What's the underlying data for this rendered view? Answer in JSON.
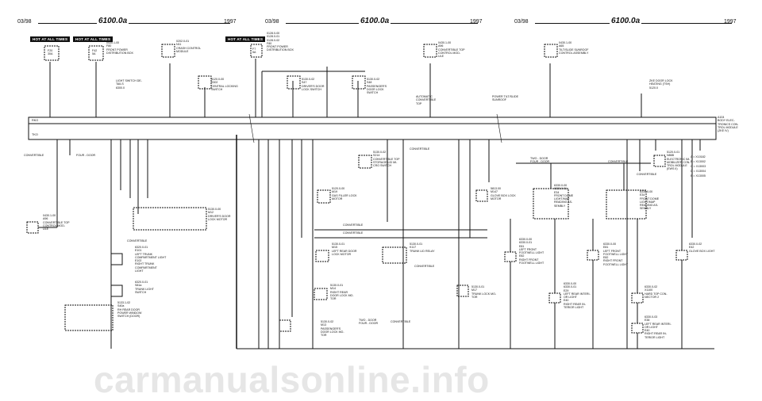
{
  "pages": [
    {
      "date": "03/98",
      "title": "6100.0a",
      "year": "1997"
    },
    {
      "date": "03/98",
      "title": "6100.0a",
      "year": "1997"
    },
    {
      "date": "03/98",
      "title": "6100.0a",
      "year": "1997"
    }
  ],
  "hot_labels": [
    "HOT AT ALL TIMES",
    "HOT AT ALL TIMES",
    "HOT AT ALL TIMES"
  ],
  "fuses": [
    {
      "text": "F20\n30A"
    },
    {
      "text": "F42\n5A"
    },
    {
      "text": "F7\n5A"
    }
  ],
  "components": [
    {
      "text": "0430.1-00\nF80\nFRONT POWER\nDISTRIBUTION BOX"
    },
    {
      "text": "0202.0-01\nN11\nCRASH CONTROL\nMODULE"
    },
    {
      "text": "0128.0-00\n0128.0-01\n0128.0-02\nF80\nFRONT POWER\nDISTRIBUTION BOX"
    },
    {
      "text": "0430.1-00\nA96\nCONVERTIBLE TOP\nCONTROL MOD-\nULE"
    },
    {
      "text": "0430.1-00\nA65\nTILT/SLIDE SUNROOF\nCONTROL ASSEMBLY"
    },
    {
      "text": "LIGHT SWITCH DE-\nTAILS\n6300.0"
    },
    {
      "text": "5120.0-00\nS302\nCENTRAL LOCKING\nSWITCH"
    },
    {
      "text": "5130.0-02\nS47\nDRIVER'S DOOR\nLOCK SWITCH"
    },
    {
      "text": "5130.0-02\nS48\nPASSENGER'S\nDOOR LOCK\nSWITCH"
    },
    {
      "text": "ZKE DOOR LOCK\nHEATING (TSH)\n5120.0"
    },
    {
      "text": "AUTOMATIC\nCONVERTIBLE\nTOP"
    },
    {
      "text": "POWER TILT/SLIDE\nSUNROOF"
    },
    {
      "text": "A104\nBODY ELEC-\nTRONICS CON-\nTROL MODULE\n(ZKE IV)"
    },
    {
      "text": "5130.0-02\nS214\nCONVERTIBLE TOP\nSTORAGE LID MI-\nCRO SWITCH"
    },
    {
      "text": "5120.0-00\nM19\nGAS FILLER LOCK\nMOTOR"
    },
    {
      "text": "5130.0-00\nM12\nDRIVER'S DOOR\nLOCK MOTOR"
    },
    {
      "text": "0430.1-00\nA96\nCONVERTIBLE TOP\nCONTROL MOD-\nULE"
    },
    {
      "text": "6320.0-01\nE101\nLEFT TRUNK\nCOMPARTMENT LIGHT\nE102\nRIGHT TRUNK\nCOMPARTMENT\nLIGHT"
    },
    {
      "text": "6320.0-01\nS81a\nTRUNK LIGHT\nSWITCH"
    },
    {
      "text": "5133.1-02\nS40a\nRH REAR DOOR\nPOWER WINDOW\nSWITCH (DOOR)"
    },
    {
      "text": "5130.0-01\nM15\nLEFT REAR DOOR\nLOCK MOTOR"
    },
    {
      "text": "5130.0-01\nM14\nRIGHT REAR\nDOOR LOCK MO-\nTOR"
    },
    {
      "text": "5130.0-02\nM13\nPASSENGER'S\nDOOR LOCK MO-\nTOR"
    },
    {
      "text": "5130.0-01\nK117\nTRUNK LID RELAY"
    },
    {
      "text": "5130.0-01\nM17\nTRUNK LOCK MO-\nTOR"
    },
    {
      "text": "5813.00\nM147\nGLOVE BOX LOCK\nMOTOR"
    },
    {
      "text": "6330.0-00\n6330.0-01\nE34\nFRONT DOME\nLIGHT/MAP\nREADING AS-\nSEMBLY"
    },
    {
      "text": "6330.0-00\nE34\nFRONT DOME\nLIGHT/MAP\nREADING AS-\nSEMBLY"
    },
    {
      "text": "6330.0-00\n6330.0-01\nE81\nLEFT FRONT\nFOOTWELL LIGHT\nE82\nRIGHT FRONT\nFOOTWELL LIGHT"
    },
    {
      "text": "6330.0-00\nE81\nLEFT FRONT\nFOOTWELL LIGHT\nE82\nRIGHT FRONT\nFOOTWELL LIGHT"
    },
    {
      "text": "6330.0-00\n6330.0-01\nE29\nLEFT REAR INTERI-\nOR LIGHT\nE40\nRIGHT REAR IN-\nTERIOR LIGHT"
    },
    {
      "text": "6330.0-02\nX1100\nHARD TOP CON-\nNECTOR 2"
    },
    {
      "text": "6330.0-03\nE38\nLEFT REAR INTERI-\nOR LIGHT\nE40\nRIGHT REAR IN-\nTERIOR LIGHT"
    },
    {
      "text": "6330.0-02\nE42\nGLOVE BOX LIGHT"
    },
    {
      "text": "5120.0-01\nN86B\nELECTRONIC IM-\nMOBILIZER CON-\nTROL MODULE\n(EWS II)"
    }
  ],
  "variants": [
    "CONVERTIBLE",
    "FOUR - DOOR",
    "CONVERTIBLE",
    "CONVERTIBLE",
    "CONVERTIBLE",
    "CONVERTIBLE",
    "CONVERTIBLE",
    "TWO - DOOR\nFOUR - DOOR",
    "TWO - DOOR\nFOUR - DOOR",
    "CONVERTIBLE",
    "CONVERTIBLE",
    "CONVERTIBLE"
  ],
  "bus_labels": [
    "RKO",
    "TKO"
  ],
  "legend": [
    "A = X10182",
    "B = X13002",
    "C = X13003",
    "D = X13004",
    "E = X13005"
  ],
  "watermark": "carmanualsonline.info"
}
